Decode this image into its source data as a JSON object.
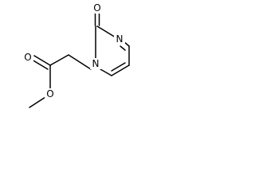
{
  "molecule": {
    "atoms": {
      "carbonyl_oxygen": "O",
      "ring_nitrogen_3": "N",
      "ring_nitrogen_1": "N",
      "ester_carbonyl_oxygen": "O",
      "ester_ether_oxygen": "O"
    }
  },
  "colors": {
    "bond": "#000000",
    "text": "#000000",
    "background": "#ffffff"
  }
}
